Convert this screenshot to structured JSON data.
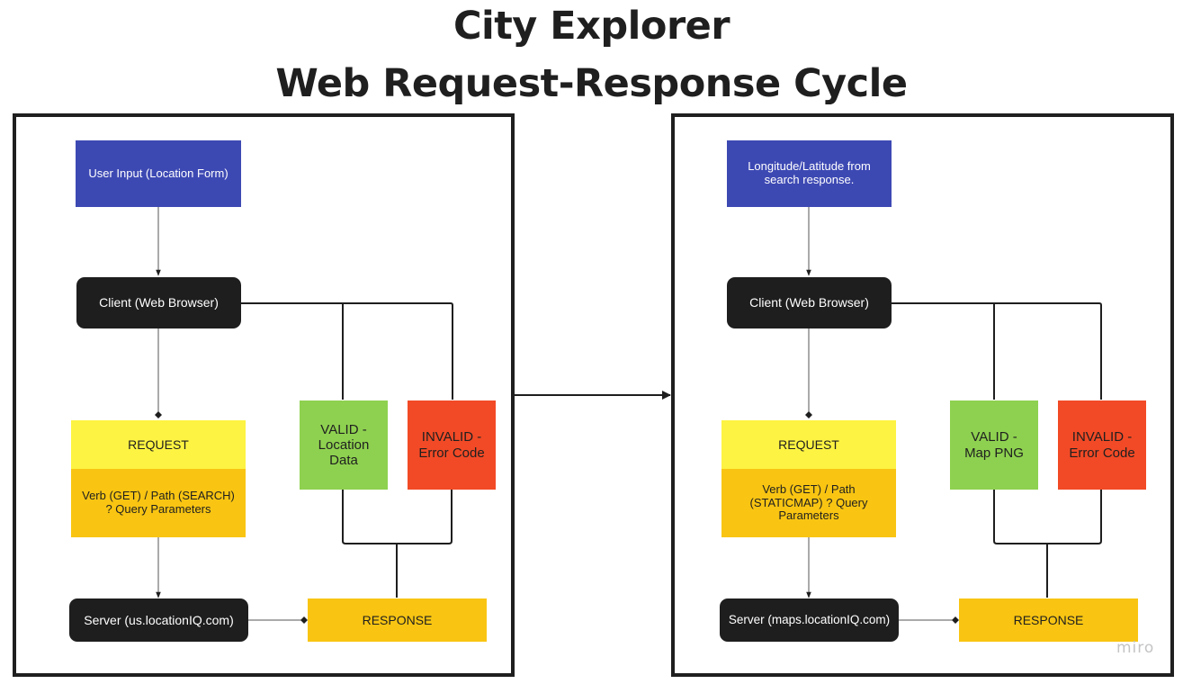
{
  "title": {
    "line1": "City Explorer",
    "line2": "Web Request-Response Cycle"
  },
  "left_flow": {
    "input": "User Input (Location Form)",
    "client": "Client (Web Browser)",
    "request": "REQUEST",
    "request_detail": "Verb (GET) / Path (SEARCH) ? Query Parameters",
    "server": "Server (us.locationIQ.com)",
    "response": "RESPONSE",
    "valid": "VALID - Location Data",
    "invalid": "INVALID - Error Code"
  },
  "right_flow": {
    "input": "Longitude/Latitude from search response.",
    "client": "Client (Web Browser)",
    "request": "REQUEST",
    "request_detail": "Verb (GET) / Path (STATICMAP) ? Query Parameters",
    "server": "Server (maps.locationIQ.com)",
    "response": "RESPONSE",
    "valid": "VALID - Map PNG",
    "invalid": "INVALID - Error Code"
  },
  "watermark": "miro",
  "colors": {
    "input": "#3d49b3",
    "client_server": "#1e1e1e",
    "request": "#fdf342",
    "request_detail": "#f9c512",
    "response": "#f9c512",
    "valid": "#8ed150",
    "invalid": "#f24a26"
  }
}
